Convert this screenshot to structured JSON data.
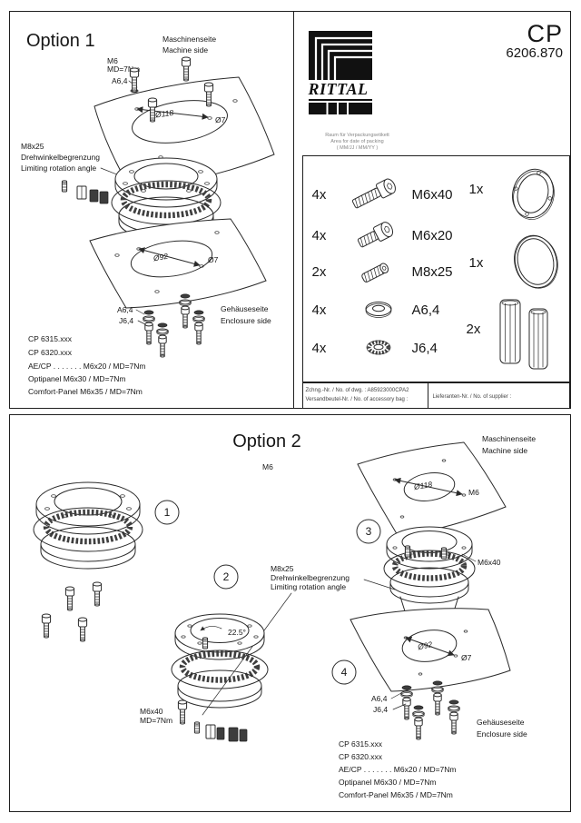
{
  "doc": {
    "product_line": "CP",
    "model": "6206.870",
    "brand": "RITTAL",
    "packing_note": [
      "Raum für Verpackungsetikett",
      "Area for date of packing",
      "( MM/JJ / MM/YY )"
    ]
  },
  "parts_box": {
    "left_items": [
      {
        "qty": "4x",
        "label": "M6x40",
        "icon": "socket-head-screw"
      },
      {
        "qty": "4x",
        "label": "M6x20",
        "icon": "socket-head-screw"
      },
      {
        "qty": "2x",
        "label": "M8x25",
        "icon": "grub-screw"
      },
      {
        "qty": "4x",
        "label": "A6,4",
        "icon": "flat-washer"
      },
      {
        "qty": "4x",
        "label": "J6,4",
        "icon": "serrated-washer"
      }
    ],
    "right_items": [
      {
        "qty": "1x",
        "icon": "clamping-ring"
      },
      {
        "qty": "1x",
        "icon": "sealing-ring"
      },
      {
        "qty": "2x",
        "icon": "profile-piece"
      }
    ],
    "footer": {
      "drawing_no": "Zchng.-Nr. / No. of dwg. : A85923000CPA2",
      "accessory_bag": "Versandbeutel-Nr. / No. of accessory bag :",
      "supplier": "Lieferanten-Nr. / No. of supplier :"
    }
  },
  "option1": {
    "title": "Option 1",
    "machine_side": [
      "Maschinenseite",
      "Machine side"
    ],
    "m6_stack": [
      "M6",
      "MD=7Nm",
      "A6,4"
    ],
    "dia_plate_top": "Ø118",
    "dia_hole_top": "Ø7",
    "rotation_limit": [
      "M8x25",
      "Drehwinkelbegrenzung",
      "Limiting rotation angle"
    ],
    "dia_plate_bottom": "Ø92",
    "dia_hole_bottom": "Ø7",
    "washers": [
      "A6,4",
      "J6,4"
    ],
    "enclosure_side": [
      "Gehäuseseite",
      "Enclosure side"
    ],
    "notes": [
      "CP 6315.xxx",
      "CP 6320.xxx",
      "AE/CP . . . . . . . M6x20 / MD=7Nm",
      "Optipanel M6x30 / MD=7Nm",
      "Comfort-Panel M6x35 / MD=7Nm"
    ]
  },
  "option2": {
    "title": "Option 2",
    "m6_top": "M6",
    "steps": [
      "1",
      "2",
      "3",
      "4"
    ],
    "machine_side": [
      "Maschinenseite",
      "Machine side"
    ],
    "rotation_limit": [
      "M8x25",
      "Drehwinkelbegrenzung",
      "Limiting rotation angle"
    ],
    "angle": "22.5°",
    "m6x40_stack": [
      "M6x40",
      "MD=7Nm"
    ],
    "m6_plate": "M6",
    "m6x40_flange": "M6x40",
    "dia_plate_top": "Ø118",
    "dia_plate_bottom": "Ø92",
    "dia_hole_bottom": "Ø7",
    "washers": [
      "A6,4",
      "J6,4"
    ],
    "enclosure_side": [
      "Gehäuseseite",
      "Enclosure side"
    ],
    "notes": [
      "CP 6315.xxx",
      "CP 6320.xxx",
      "AE/CP . . . . . . . M6x20 / MD=7Nm",
      "Optipanel M6x30 / MD=7Nm",
      "Comfort-Panel M6x35 / MD=7Nm"
    ]
  }
}
